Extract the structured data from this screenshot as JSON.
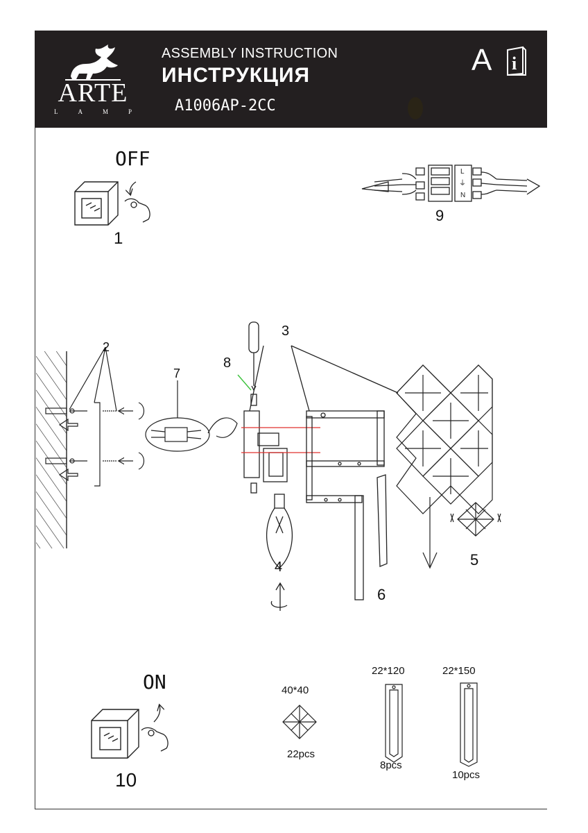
{
  "header": {
    "brand": "ARTE",
    "brand_sub": [
      "L",
      "A",
      "M",
      "P"
    ],
    "title_en": "ASSEMBLY INSTRUCTION",
    "title_ru": "ИНСТРУКЦИЯ",
    "model": "A1006AP-2CC",
    "class_letter": "A",
    "info_icon": "i"
  },
  "steps": {
    "off_label": "OFF",
    "on_label": "ON",
    "n1": "1",
    "n2": "2",
    "n3": "3",
    "n4": "4",
    "n5": "5",
    "n6": "6",
    "n7": "7",
    "n8": "8",
    "n9": "9",
    "n10": "10"
  },
  "terminal": {
    "labels": [
      "L",
      "⏚",
      "N"
    ]
  },
  "parts": [
    {
      "size": "40*40",
      "qty": "22pcs"
    },
    {
      "size": "22*120",
      "qty": "8pcs"
    },
    {
      "size": "22*150",
      "qty": "10pcs"
    }
  ],
  "icons": [
    "lion-logo-icon",
    "info-book-icon",
    "light-switch-icon",
    "hand-icon",
    "screwdriver-icon",
    "bulb-icon",
    "crystal-icon",
    "rotate-arrow-icon"
  ],
  "colors": {
    "header_bg": "#231f20",
    "guide_red": "#e0312f",
    "pointer_green": "#3cc23c"
  }
}
